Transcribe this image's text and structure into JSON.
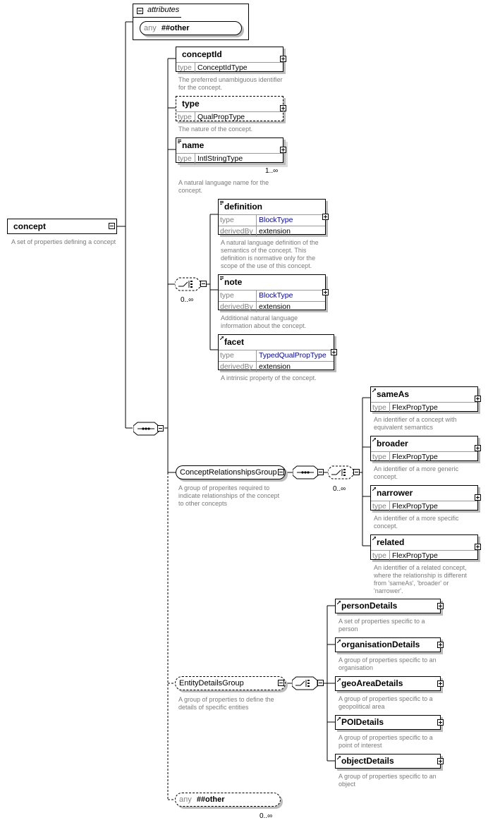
{
  "root": {
    "name": "concept",
    "desc": "A set of properties defining a concept"
  },
  "attributes": {
    "title": "attributes",
    "any_label": "any",
    "any_value": "##other"
  },
  "labels": {
    "type": "type",
    "derived_by": "derivedBy",
    "extension": "extension"
  },
  "elements": {
    "conceptId": {
      "name": "conceptId",
      "type": "ConceptIdType",
      "desc": [
        "The preferred unambiguous identifier",
        "for the concept."
      ]
    },
    "type": {
      "name": "type",
      "type": "QualPropType",
      "desc": [
        "The nature of the concept."
      ]
    },
    "name": {
      "name": "name",
      "type": "IntlStringType",
      "cardinality": "1..∞",
      "desc": [
        "A natural language name for the",
        "concept."
      ]
    },
    "definition": {
      "name": "definition",
      "type": "BlockType",
      "desc": [
        "A natural language definition of the",
        "semantics of the concept. This",
        "definition is normative only for the",
        "scope of the use of this concept."
      ]
    },
    "note": {
      "name": "note",
      "type": "BlockType",
      "desc": [
        "Additional natural language",
        "information about the concept."
      ]
    },
    "facet": {
      "name": "facet",
      "type": "TypedQualPropType",
      "desc": [
        "A intrinsic property of the concept."
      ]
    }
  },
  "choice_cardinality": "0..∞",
  "relationships_group": {
    "name": "ConceptRelationshipsGroup",
    "desc": [
      "A group of properites required to",
      "indicate relationships of the concept",
      "to other concepts"
    ],
    "cardinality": "0..∞",
    "items": [
      {
        "name": "sameAs",
        "type": "FlexPropType",
        "desc": [
          "An identifier of a concept with",
          "equivalent semantics"
        ]
      },
      {
        "name": "broader",
        "type": "FlexPropType",
        "desc": [
          "An identifier of a more generic",
          "concept."
        ]
      },
      {
        "name": "narrower",
        "type": "FlexPropType",
        "desc": [
          "An identifier of a more specific",
          "concept."
        ]
      },
      {
        "name": "related",
        "type": "FlexPropType",
        "desc": [
          "An identifier of a related concept,",
          "where the relationship is different",
          "from 'sameAs', 'broader' or",
          "'narrower'."
        ]
      }
    ]
  },
  "entity_group": {
    "name": "EntityDetailsGroup",
    "desc": [
      "A group of properties to define the",
      "details of specific entities"
    ],
    "items": [
      {
        "name": "personDetails",
        "desc": [
          "A set of properties specific to a",
          "person"
        ]
      },
      {
        "name": "organisationDetails",
        "desc": [
          "A group of properties specific to an",
          "organisation"
        ]
      },
      {
        "name": "geoAreaDetails",
        "desc": [
          "A group of properties specific to a",
          "geopolitical area"
        ]
      },
      {
        "name": "POIDetails",
        "desc": [
          "A group of properties specific to a",
          "point of interest"
        ]
      },
      {
        "name": "objectDetails",
        "desc": [
          "A group of properties specific to an",
          "object"
        ]
      }
    ]
  },
  "any_other": {
    "label": "any",
    "value": "##other",
    "cardinality": "0..∞"
  }
}
